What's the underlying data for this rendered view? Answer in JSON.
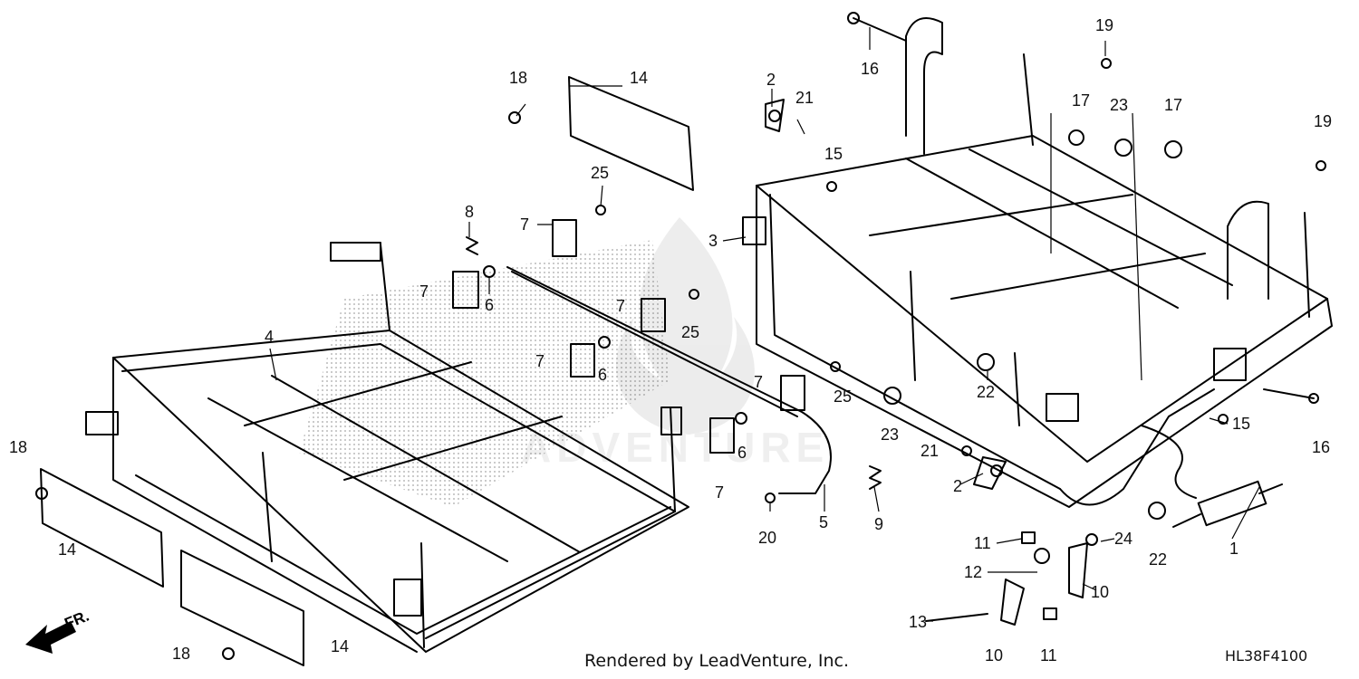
{
  "diagram": {
    "callouts": [
      "1",
      "2",
      "3",
      "4",
      "5",
      "6",
      "7",
      "8",
      "9",
      "10",
      "11",
      "12",
      "13",
      "14",
      "15",
      "16",
      "17",
      "18",
      "19",
      "20",
      "21",
      "22",
      "23",
      "24",
      "25"
    ],
    "direction_indicator": "FR.",
    "watermark_text": "ADVENTURE",
    "credit": "Rendered by LeadVenture, Inc.",
    "figure_code": "HL38F4100"
  }
}
